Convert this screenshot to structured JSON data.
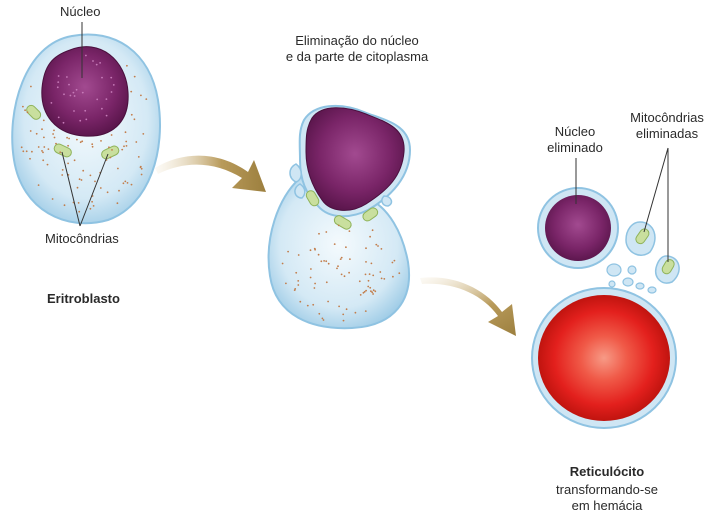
{
  "labels": {
    "nucleo": "Núcleo",
    "mitocondrias": "Mitocôndrias",
    "eritroblasto": "Eritroblasto",
    "eliminacao_line1": "Eliminação do núcleo",
    "eliminacao_line2": "e da parte de citoplasma",
    "nucleo_eliminado_line1": "Núcleo",
    "nucleo_eliminado_line2": "eliminado",
    "mito_eliminadas_line1": "Mitocôndrias",
    "mito_eliminadas_line2": "eliminadas",
    "reticulocito": "Reticulócito",
    "transformando_line1": "transformando-se",
    "transformando_line2": "em hemácia"
  },
  "colors": {
    "cytoplasm": "#cfe6f4",
    "cytoplasm_edge": "#8fc3e2",
    "nucleus": "#6e1f5e",
    "nucleus_light": "#a04a8e",
    "mitochondria": "#c6dd9a",
    "arrow": "#a88a4a",
    "hemacia": "#e8231f",
    "hemacia_center": "#f37a66",
    "dots": "#c27d4b"
  }
}
